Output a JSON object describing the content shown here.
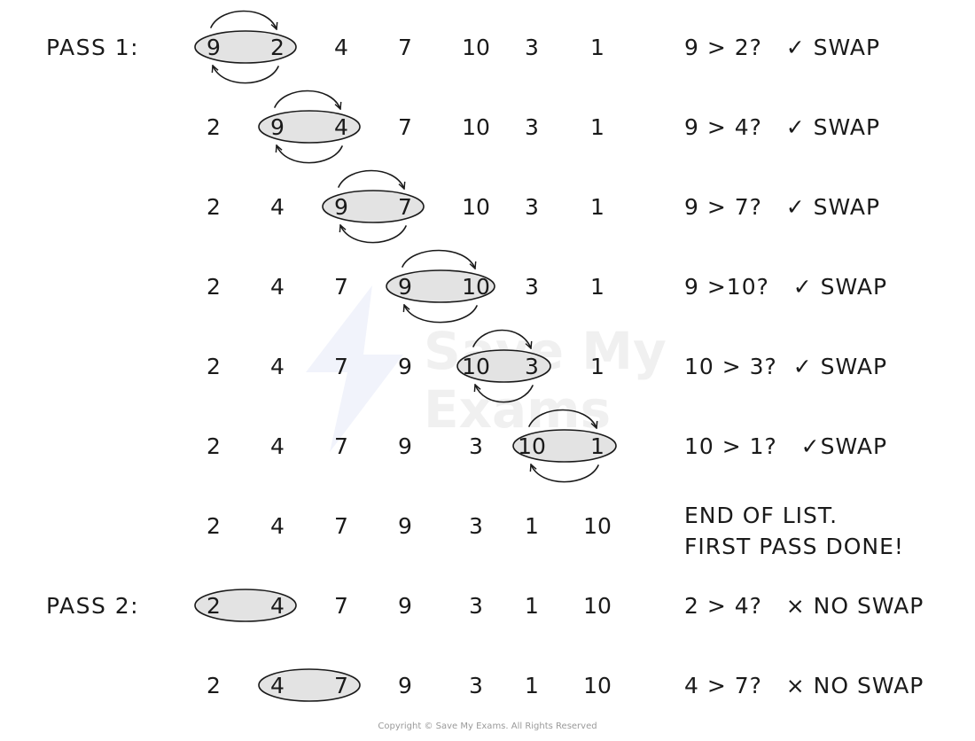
{
  "watermark": {
    "line1": "Save My",
    "line2": "Exams"
  },
  "copyright": "Copyright © Save My Exams. All Rights Reserved",
  "rows": [
    {
      "label": "PASS 1:",
      "values": [
        "9",
        "2",
        "4",
        "7",
        "10",
        "3",
        "1"
      ],
      "highlight": [
        0,
        1
      ],
      "swap_arrows": true,
      "note": [
        "9 > 2?   ✓ SWAP"
      ]
    },
    {
      "label": "",
      "values": [
        "2",
        "9",
        "4",
        "7",
        "10",
        "3",
        "1"
      ],
      "highlight": [
        1,
        2
      ],
      "swap_arrows": true,
      "note": [
        "9 > 4?   ✓ SWAP"
      ]
    },
    {
      "label": "",
      "values": [
        "2",
        "4",
        "9",
        "7",
        "10",
        "3",
        "1"
      ],
      "highlight": [
        2,
        3
      ],
      "swap_arrows": true,
      "note": [
        "9 > 7?   ✓ SWAP"
      ]
    },
    {
      "label": "",
      "values": [
        "2",
        "4",
        "7",
        "9",
        "10",
        "3",
        "1"
      ],
      "highlight": [
        3,
        4
      ],
      "swap_arrows": true,
      "note": [
        "9 >10?   ✓ SWAP"
      ]
    },
    {
      "label": "",
      "values": [
        "2",
        "4",
        "7",
        "9",
        "10",
        "3",
        "1"
      ],
      "highlight": [
        4,
        5
      ],
      "swap_arrows": true,
      "note": [
        "10 > 3?  ✓ SWAP"
      ]
    },
    {
      "label": "",
      "values": [
        "2",
        "4",
        "7",
        "9",
        "3",
        "10",
        "1"
      ],
      "highlight": [
        5,
        6
      ],
      "swap_arrows": true,
      "note": [
        "10 > 1?   ✓SWAP"
      ]
    },
    {
      "label": "",
      "values": [
        "2",
        "4",
        "7",
        "9",
        "3",
        "1",
        "10"
      ],
      "highlight": [],
      "swap_arrows": false,
      "note": [
        "END OF LIST.",
        "FIRST PASS DONE!"
      ]
    },
    {
      "label": "PASS 2:",
      "values": [
        "2",
        "4",
        "7",
        "9",
        "3",
        "1",
        "10"
      ],
      "highlight": [
        0,
        1
      ],
      "swap_arrows": false,
      "note": [
        "2 > 4?   × NO SWAP"
      ]
    },
    {
      "label": "",
      "values": [
        "2",
        "4",
        "7",
        "9",
        "3",
        "1",
        "10"
      ],
      "highlight": [
        1,
        2
      ],
      "swap_arrows": false,
      "note": [
        "4 > 7?   × NO SWAP"
      ]
    }
  ]
}
